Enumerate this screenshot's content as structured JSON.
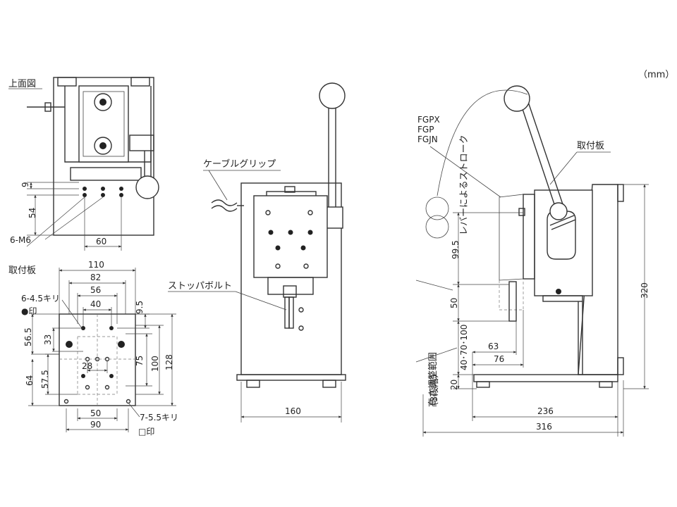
{
  "unit_label": "（mm）",
  "views": {
    "top": {
      "title": "上面図",
      "dim_9": "9",
      "dim_54": "54",
      "dim_60": "60",
      "holes": "6-M6"
    },
    "plate": {
      "title": "取付板",
      "dim_110": "110",
      "dim_82": "82",
      "dim_56": "56",
      "dim_40": "40",
      "dim_9_5": "9.5",
      "dim_33": "33",
      "dim_56_5": "56.5",
      "dim_75": "75",
      "dim_100": "100",
      "dim_128": "128",
      "dim_28": "28",
      "dim_57_5": "57.5",
      "dim_64": "64",
      "dim_50": "50",
      "dim_90": "90",
      "holes_a": "6-4.5キリ",
      "mark_a": "●印",
      "holes_b": "7-5.5キリ",
      "mark_b": "□印"
    },
    "front": {
      "cable_grip": "ケーブルグリップ",
      "stopper_bolt": "ストッパボルト",
      "dim_160": "160"
    },
    "side": {
      "gauge_1": "FGPX",
      "gauge_2": "FGP",
      "gauge_3": "FGJN",
      "plate_label": "取付板",
      "lever_stroke": "レバーによるストローク",
      "height_range": "高さ調整範囲",
      "height_steps": "（3段階）",
      "dim_99_5": "99.5",
      "dim_50": "50",
      "dim_heights": "40･70･100",
      "dim_20": "20",
      "dim_63": "63",
      "dim_76": "76",
      "dim_320": "320",
      "dim_236": "236",
      "dim_316": "316"
    }
  }
}
